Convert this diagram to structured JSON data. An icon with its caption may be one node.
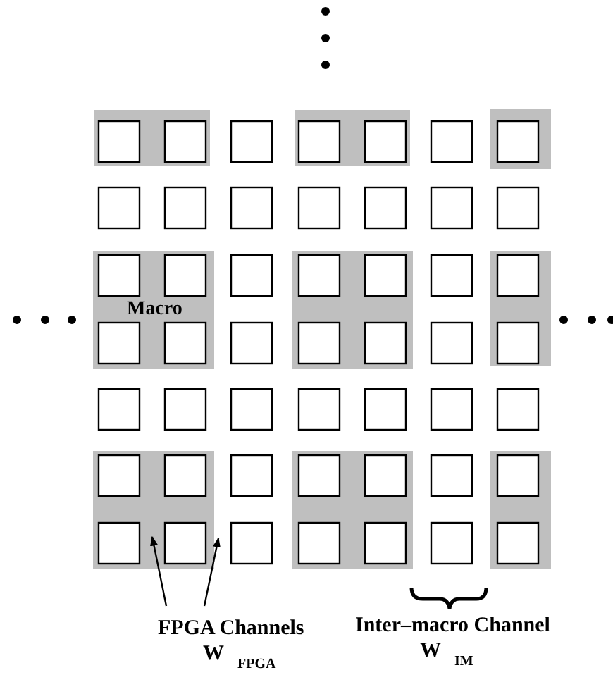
{
  "diagram": {
    "nodes": [
      {
        "text": [],
        "shape": "box"
      },
      {
        "text": [],
        "shape": "box"
      },
      {
        "text": [],
        "shape": "box"
      },
      {
        "text": [
          "Macro"
        ]
      },
      {
        "text": [],
        "shape": "box"
      },
      {
        "text": [],
        "shape": "box"
      },
      {
        "text": [],
        "shape": "box"
      },
      {
        "text": [],
        "shape": "box"
      },
      {
        "text": [],
        "shape": "box"
      },
      {
        "text": [
          "FPGA Channels",
          "W $_{FPGA}$"
        ]
      }
    ],
    "edges": [
      {
        "from": 9,
        "to": 6,
        "arrow": "to"
      },
      {
        "from": 9,
        "to": 6,
        "arrow": "to"
      }
    ],
    "labels": [
      "Inter–macro Channel",
      "W $_{IM}$"
    ]
  }
}
